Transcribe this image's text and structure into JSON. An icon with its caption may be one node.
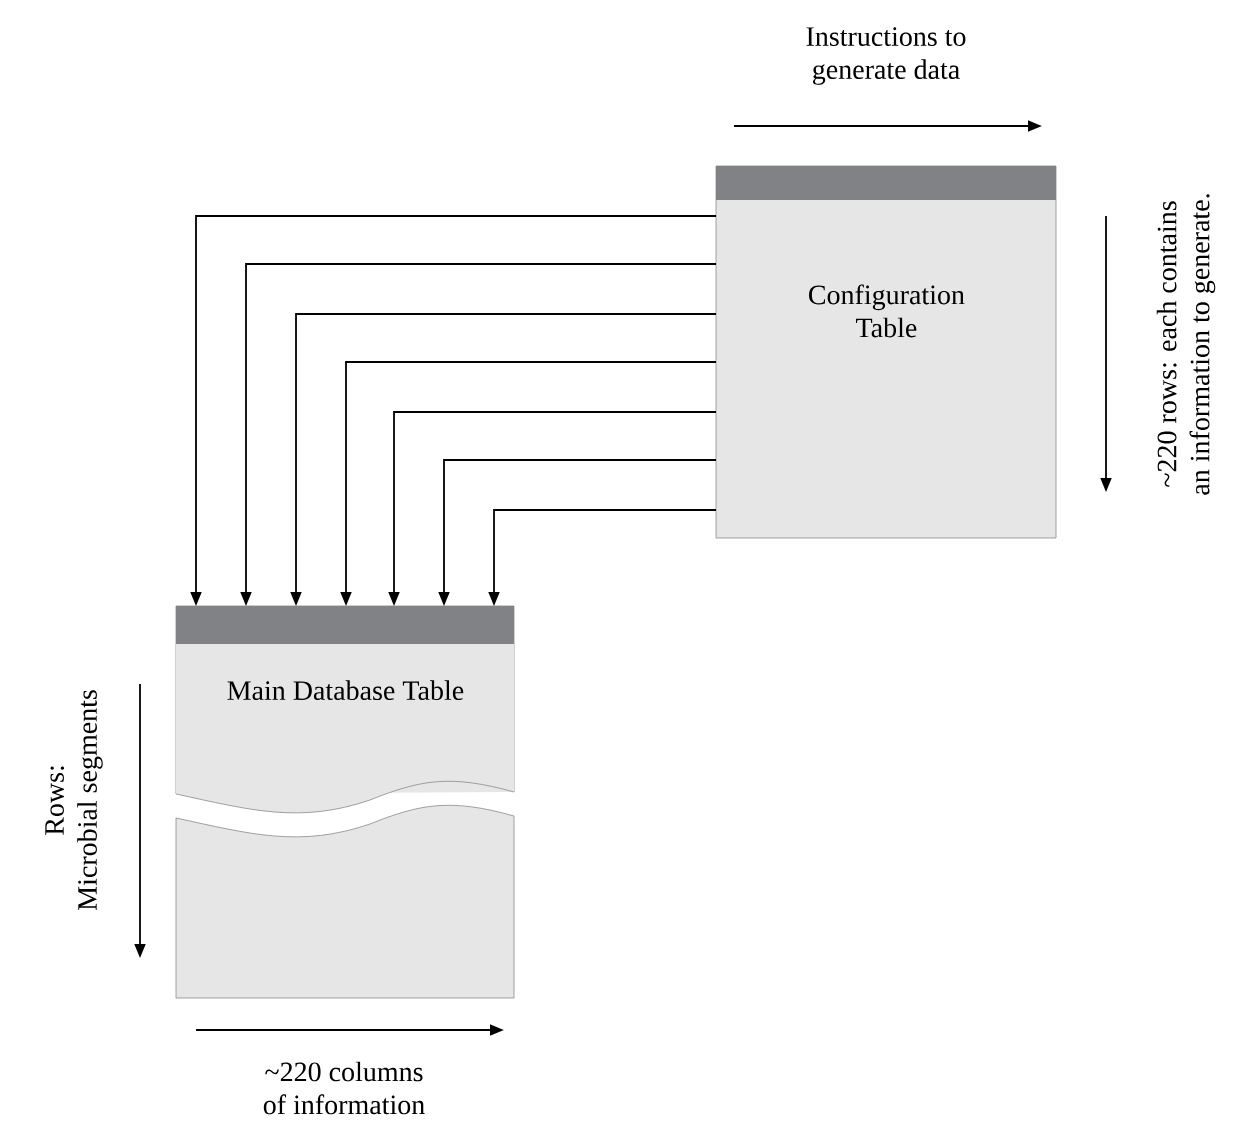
{
  "diagram": {
    "nodes": [
      {
        "text": [
          "Configuration Table"
        ]
      },
      {
        "text": [
          "Main Database Table"
        ]
      }
    ],
    "edges": [
      {
        "from": 0,
        "to": 1,
        "arrow": "to"
      },
      {
        "from": 0,
        "to": 1,
        "arrow": "to"
      },
      {
        "from": 0,
        "to": 1,
        "arrow": "to"
      },
      {
        "from": 0,
        "to": 1,
        "arrow": "to"
      },
      {
        "from": 0,
        "to": 1,
        "arrow": "to"
      },
      {
        "from": 0,
        "to": 1,
        "arrow": "to"
      },
      {
        "from": 0,
        "to": 1,
        "arrow": "to"
      }
    ],
    "labels": [
      "Instructions to generate data",
      "~220 rows: each contains an information to generate.",
      "Rows: Microbial segments",
      "~220 columns of information"
    ]
  }
}
